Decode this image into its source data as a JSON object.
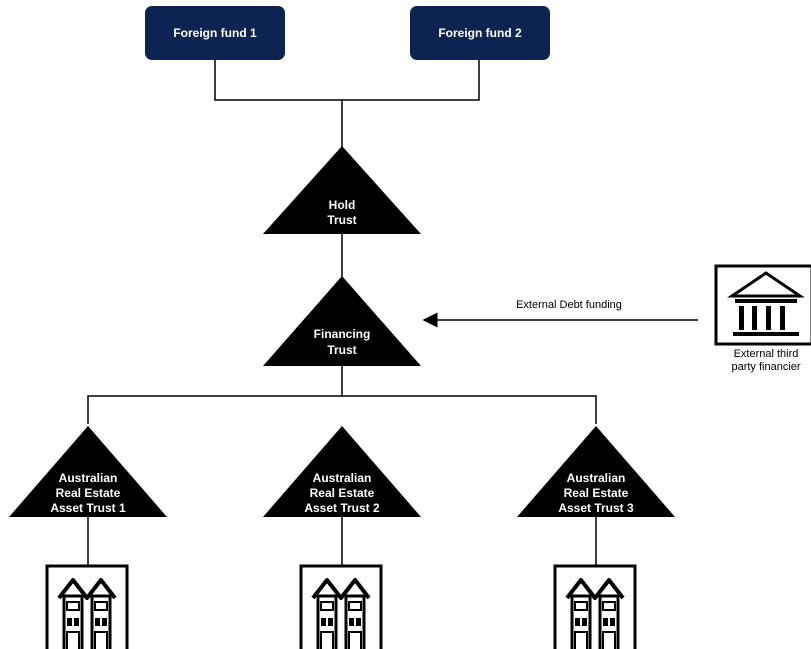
{
  "colors": {
    "fund_box": "#0d2452",
    "trust": "#000000",
    "line": "#000000"
  },
  "funds": [
    {
      "label": "Foreign fund 1"
    },
    {
      "label": "Foreign fund 2"
    }
  ],
  "hold_trust": {
    "line1": "Hold",
    "line2": "Trust"
  },
  "financing_trust": {
    "line1": "Financing",
    "line2": "Trust"
  },
  "debt_arrow_label": "External Debt funding",
  "financier": {
    "line1": "External third",
    "line2": "party financier",
    "icon": "bank-icon"
  },
  "asset_trusts": [
    {
      "line1": "Australian",
      "line2": "Real Estate",
      "line3": "Asset Trust 1"
    },
    {
      "line1": "Australian",
      "line2": "Real Estate",
      "line3": "Asset Trust 2"
    },
    {
      "line1": "Australian",
      "line2": "Real Estate",
      "line3": "Asset Trust 3"
    }
  ],
  "property_icon": "house-icon"
}
